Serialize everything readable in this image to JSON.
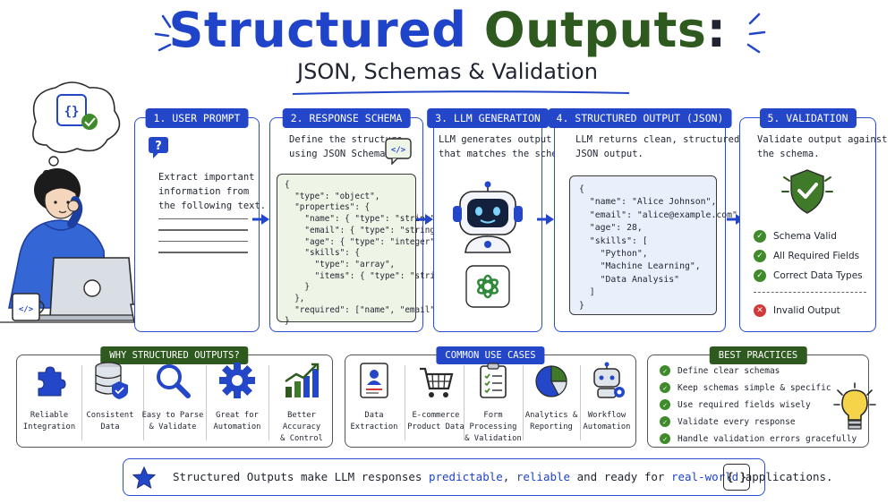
{
  "title": {
    "part1": "Structured",
    "part2": "Outputs",
    "colon": ":",
    "subtitle": "JSON, Schemas & Validation"
  },
  "steps": [
    {
      "label": "1. USER PROMPT",
      "icon": "question-bubble-icon",
      "desc_lines": [
        "Extract important",
        "information from",
        "the following text."
      ]
    },
    {
      "label": "2. RESPONSE SCHEMA",
      "icon": "code-bubble-icon",
      "desc_lines": [
        "Define the structure",
        "using JSON Schema."
      ],
      "code": [
        "{",
        "  \"type\": \"object\",",
        "  \"properties\": {",
        "    \"name\": { \"type\": \"string\" },",
        "    \"email\": { \"type\": \"string\" },",
        "    \"age\": { \"type\": \"integer\" },",
        "    \"skills\": {",
        "      \"type\": \"array\",",
        "      \"items\": { \"type\": \"string\" }",
        "    }",
        "  },",
        "  \"required\": [\"name\", \"email\"]",
        "}"
      ]
    },
    {
      "label": "3. LLM GENERATION",
      "icon": "robot-icon",
      "desc_lines": [
        "LLM generates output",
        "that matches the schema."
      ]
    },
    {
      "label": "4. STRUCTURED OUTPUT (JSON)",
      "icon": "json-output-icon",
      "desc_lines": [
        "LLM returns clean, structured",
        "JSON output."
      ],
      "code": [
        "{",
        "  \"name\": \"Alice Johnson\",",
        "  \"email\": \"alice@example.com\",",
        "  \"age\": 28,",
        "  \"skills\": [",
        "    \"Python\",",
        "    \"Machine Learning\",",
        "    \"Data Analysis\"",
        "  ]",
        "}"
      ]
    },
    {
      "label": "5. VALIDATION",
      "icon": "shield-check-icon",
      "desc_lines": [
        "Validate output against",
        "the schema."
      ],
      "checks": [
        "Schema Valid",
        "All Required Fields",
        "Correct Data Types"
      ],
      "invalid": "Invalid Output"
    }
  ],
  "why": {
    "label": "WHY STRUCTURED OUTPUTS?",
    "label_color": "#2f5a1f",
    "items": [
      {
        "icon": "puzzle-icon",
        "line1": "Reliable",
        "line2": "Integration"
      },
      {
        "icon": "database-icon",
        "line1": "Consistent",
        "line2": "Data"
      },
      {
        "icon": "magnifier-icon",
        "line1": "Easy to Parse",
        "line2": "& Validate"
      },
      {
        "icon": "gear-icon",
        "line1": "Great for",
        "line2": "Automation"
      },
      {
        "icon": "bar-chart-icon",
        "line1": "Better Accuracy",
        "line2": "& Control"
      }
    ]
  },
  "use_cases": {
    "label": "COMMON USE CASES",
    "label_color": "#2347c8",
    "items": [
      {
        "icon": "id-card-icon",
        "line1": "Data Extraction",
        "line2": ""
      },
      {
        "icon": "cart-icon",
        "line1": "E-commerce",
        "line2": "Product Data"
      },
      {
        "icon": "clipboard-icon",
        "line1": "Form Processing",
        "line2": "& Validation"
      },
      {
        "icon": "pie-chart-icon",
        "line1": "Analytics &",
        "line2": "Reporting"
      },
      {
        "icon": "bot-icon",
        "line1": "Workflow",
        "line2": "Automation"
      }
    ]
  },
  "best_practices": {
    "label": "BEST PRACTICES",
    "label_color": "#2f5a1f",
    "items": [
      "Define clear schemas",
      "Keep schemas simple & specific",
      "Use required fields wisely",
      "Validate every response",
      "Handle validation errors gracefully"
    ]
  },
  "footer": {
    "t1": "Structured Outputs make LLM responses ",
    "h1": "predictable",
    "t2": ", ",
    "h2": "reliable",
    "t3": " and ready for ",
    "h3": "real-world",
    "t4": " applications.",
    "icon_text": "{ }"
  },
  "colors": {
    "blue": "#2347c8",
    "green": "#2f5a1f",
    "check_green": "#3f8a2a",
    "red": "#d23a3a",
    "schema_bg": "#eef4e6",
    "output_bg": "#e9f0fc"
  }
}
